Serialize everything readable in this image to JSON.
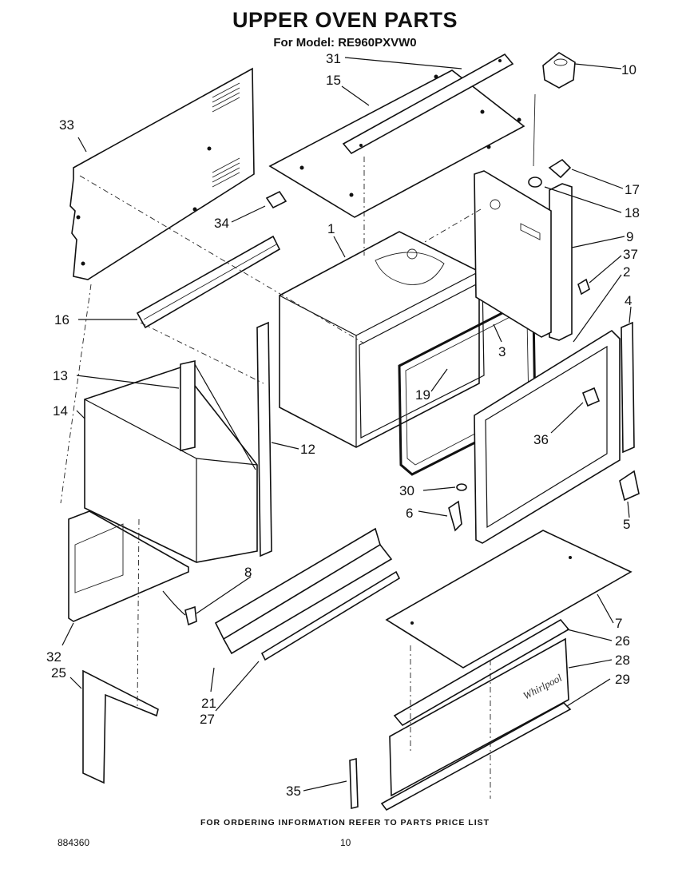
{
  "header": {
    "title": "UPPER OVEN PARTS",
    "model": "For Model: RE960PXVW0"
  },
  "callouts": {
    "p1": "1",
    "p2": "2",
    "p3": "3",
    "p4": "4",
    "p5": "5",
    "p6": "6",
    "p7": "7",
    "p8": "8",
    "p9": "9",
    "p10": "10",
    "p12": "12",
    "p13": "13",
    "p14": "14",
    "p15": "15",
    "p16": "16",
    "p17": "17",
    "p18": "18",
    "p19": "19",
    "p21": "21",
    "p25": "25",
    "p26": "26",
    "p27": "27",
    "p28": "28",
    "p29": "29",
    "p30": "30",
    "p31": "31",
    "p32": "32",
    "p33": "33",
    "p34": "34",
    "p35": "35",
    "p36": "36",
    "p37": "37"
  },
  "brand_mark": "Whirlpool",
  "footer": {
    "note": "FOR ORDERING INFORMATION REFER TO PARTS PRICE LIST",
    "doc_number": "884360",
    "page": "10"
  }
}
